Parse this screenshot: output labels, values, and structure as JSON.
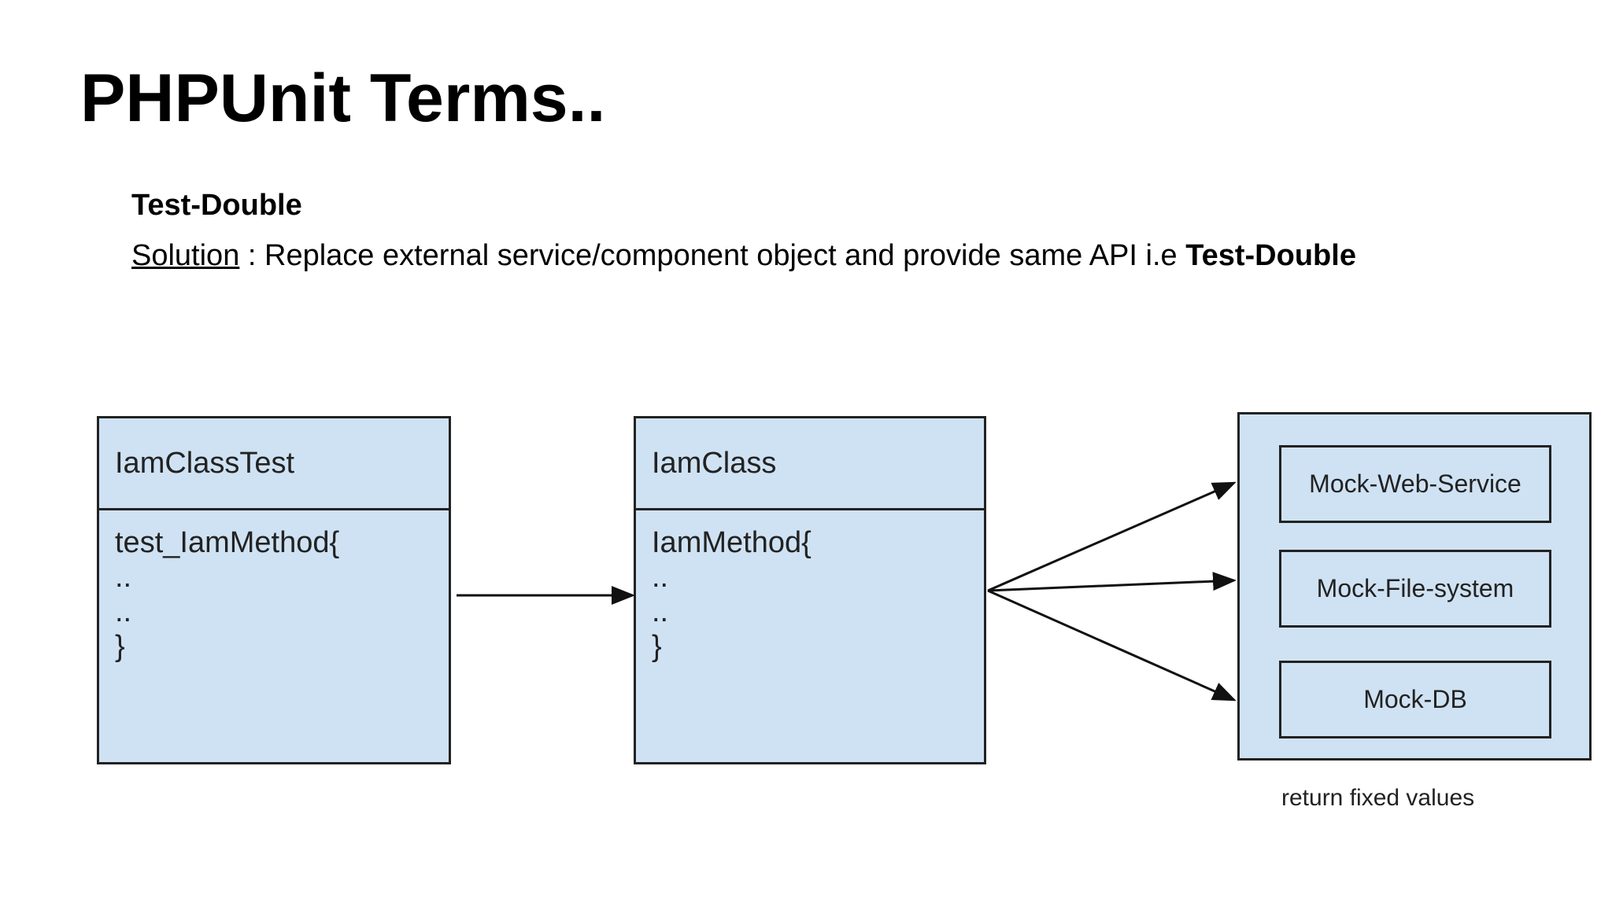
{
  "slide": {
    "title": "PHPUnit Terms..",
    "subtitle": "Test-Double",
    "solution": {
      "label": "Solution",
      "text": " : Replace external service/component object and provide same API i.e ",
      "emphasis": "Test-Double"
    }
  },
  "diagram": {
    "test_class": {
      "name": "IamClassTest",
      "body": [
        "test_IamMethod{",
        "..",
        "..",
        "}"
      ]
    },
    "class_under_test": {
      "name": "IamClass",
      "body": [
        "IamMethod{",
        "..",
        "..",
        "}"
      ]
    },
    "mocks": {
      "items": [
        "Mock-Web-Service",
        "Mock-File-system",
        "Mock-DB"
      ],
      "caption": "return fixed values"
    }
  }
}
